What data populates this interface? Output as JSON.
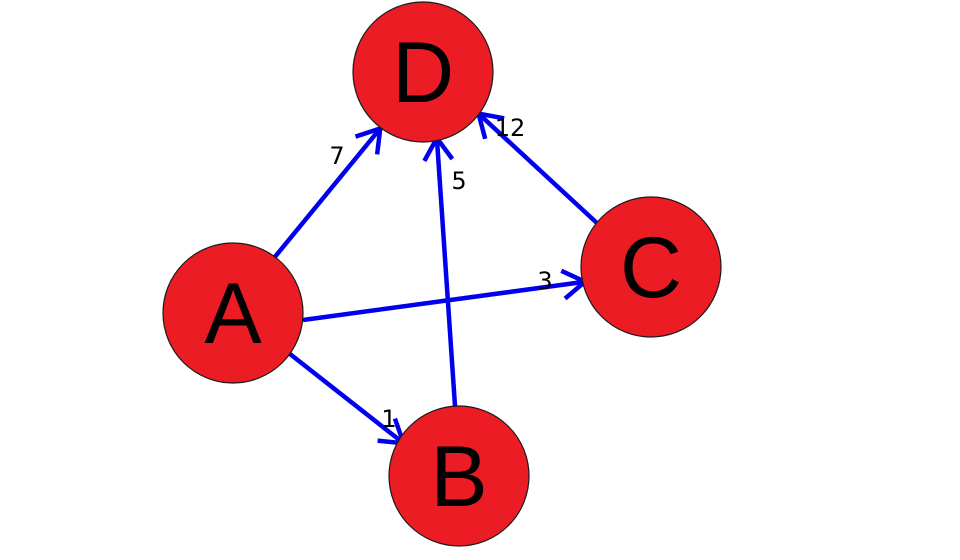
{
  "colors": {
    "node_fill": "#ec1c24",
    "edge": "#0000ee",
    "background": "#ffffff",
    "text": "#000000"
  },
  "nodes": [
    {
      "id": "A",
      "label": "A"
    },
    {
      "id": "B",
      "label": "B"
    },
    {
      "id": "C",
      "label": "C"
    },
    {
      "id": "D",
      "label": "D"
    }
  ],
  "edges": [
    {
      "from": "A",
      "to": "D",
      "weight": "7"
    },
    {
      "from": "A",
      "to": "C",
      "weight": "3"
    },
    {
      "from": "A",
      "to": "B",
      "weight": "1"
    },
    {
      "from": "B",
      "to": "D",
      "weight": "5"
    },
    {
      "from": "C",
      "to": "D",
      "weight": "12"
    }
  ]
}
